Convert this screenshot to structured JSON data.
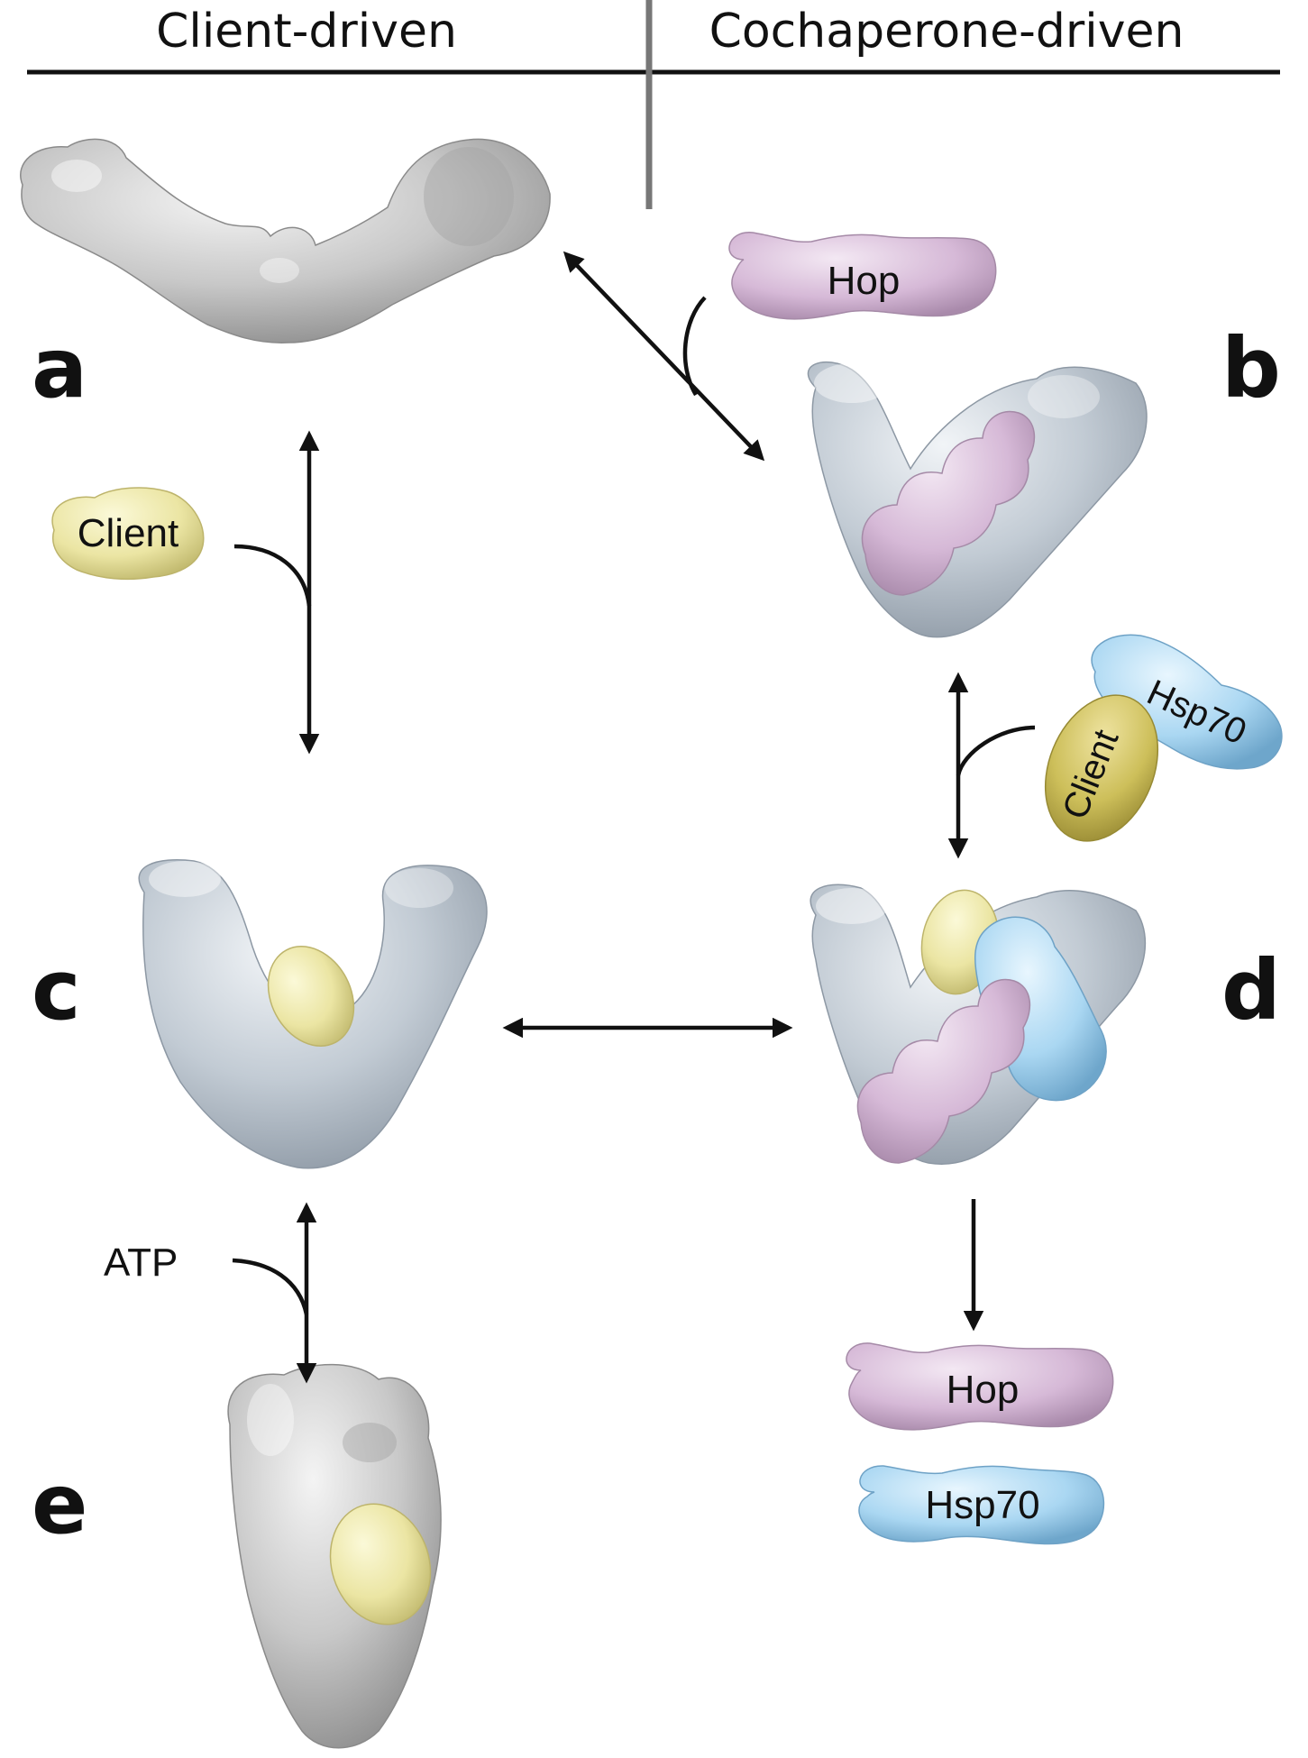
{
  "header": {
    "left": "Client-driven",
    "right": "Cochaperone-driven"
  },
  "panels": {
    "a": "a",
    "b": "b",
    "c": "c",
    "d": "d",
    "e": "e"
  },
  "molecules": {
    "hop_top": "Hop",
    "client_left": "Client",
    "hsp70_complex": "Hsp70",
    "client_complex": "Client",
    "atp": "ATP",
    "hop_bottom": "Hop",
    "hsp70_bottom": "Hsp70"
  },
  "colors": {
    "hsp90_gray": "#c3c3c3",
    "hsp90_bluegray": "#bcc6cf",
    "hop_purple": "#d8bcd8",
    "client_yellow": "#ece7a4",
    "client_olive": "#cdbf58",
    "hsp70_blue": "#aed9f3"
  }
}
